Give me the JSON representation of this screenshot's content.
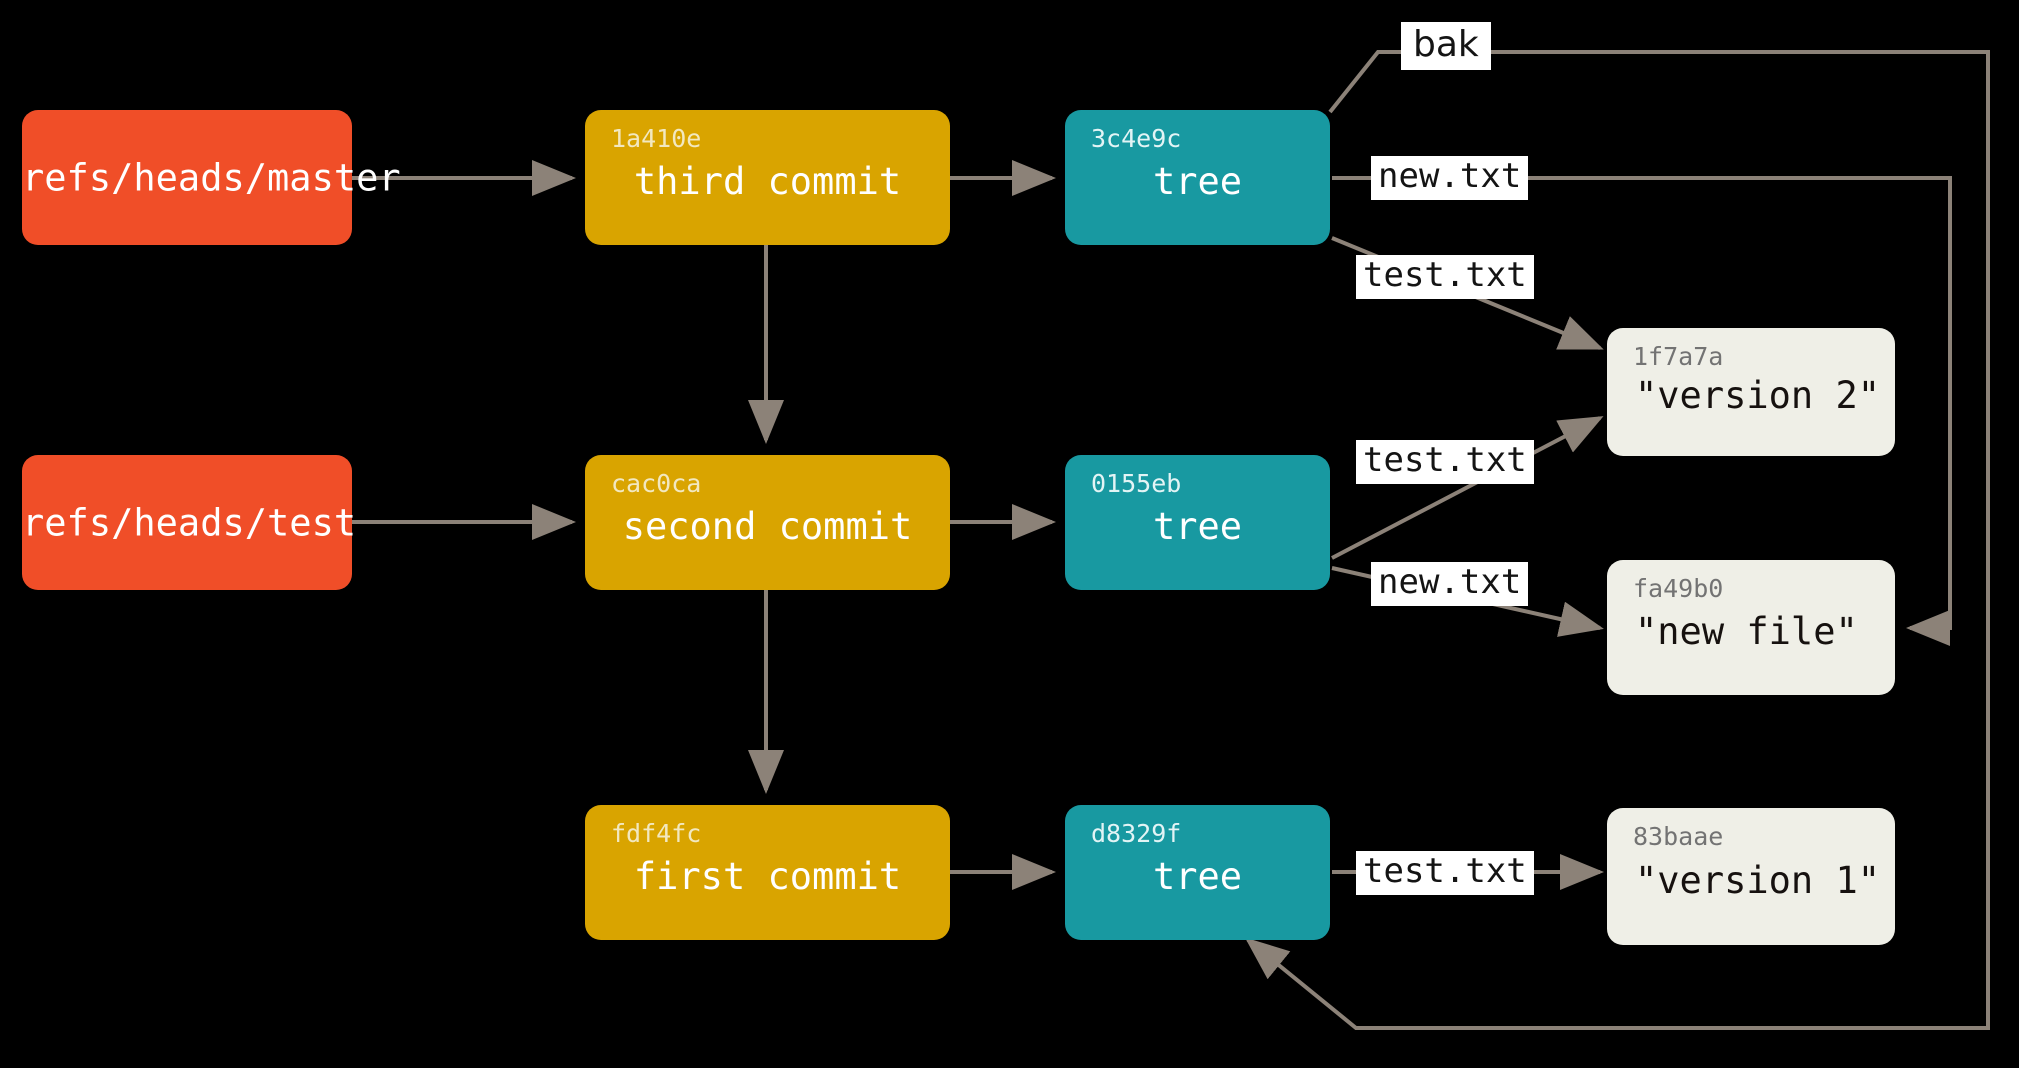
{
  "diagram": {
    "title": "git object model: refs, commits, trees and blobs",
    "background": "#000000",
    "edge_color": "#8c8278",
    "colors": {
      "ref": "#f04e28",
      "commit": "#d9a400",
      "tree": "#1899a1",
      "blob": "#efefe7",
      "edge": "#8c8278",
      "label_bg": "#ffffff",
      "label_text": "#141414"
    }
  },
  "nodes": {
    "ref_master": {
      "label": "refs/heads/master",
      "kind": "ref"
    },
    "ref_test": {
      "label": "refs/heads/test",
      "kind": "ref"
    },
    "commit_third": {
      "hash": "1a410e",
      "title": "third commit",
      "kind": "commit"
    },
    "commit_second": {
      "hash": "cac0ca",
      "title": "second commit",
      "kind": "commit"
    },
    "commit_first": {
      "hash": "fdf4fc",
      "title": "first commit",
      "kind": "commit"
    },
    "tree_third": {
      "hash": "3c4e9c",
      "title": "tree",
      "kind": "tree"
    },
    "tree_second": {
      "hash": "0155eb",
      "title": "tree",
      "kind": "tree"
    },
    "tree_first": {
      "hash": "d8329f",
      "title": "tree",
      "kind": "tree"
    },
    "blob_v2": {
      "hash": "1f7a7a",
      "title": "\"version 2\"",
      "kind": "blob"
    },
    "blob_new": {
      "hash": "fa49b0",
      "title": "\"new file\"",
      "kind": "blob"
    },
    "blob_v1": {
      "hash": "83baae",
      "title": "\"version 1\"",
      "kind": "blob"
    }
  },
  "edge_labels": {
    "bak": "bak",
    "new_txt_top": "new.txt",
    "test_txt_top": "test.txt",
    "test_txt_mid": "test.txt",
    "new_txt_mid": "new.txt",
    "test_txt_bottom": "test.txt"
  }
}
